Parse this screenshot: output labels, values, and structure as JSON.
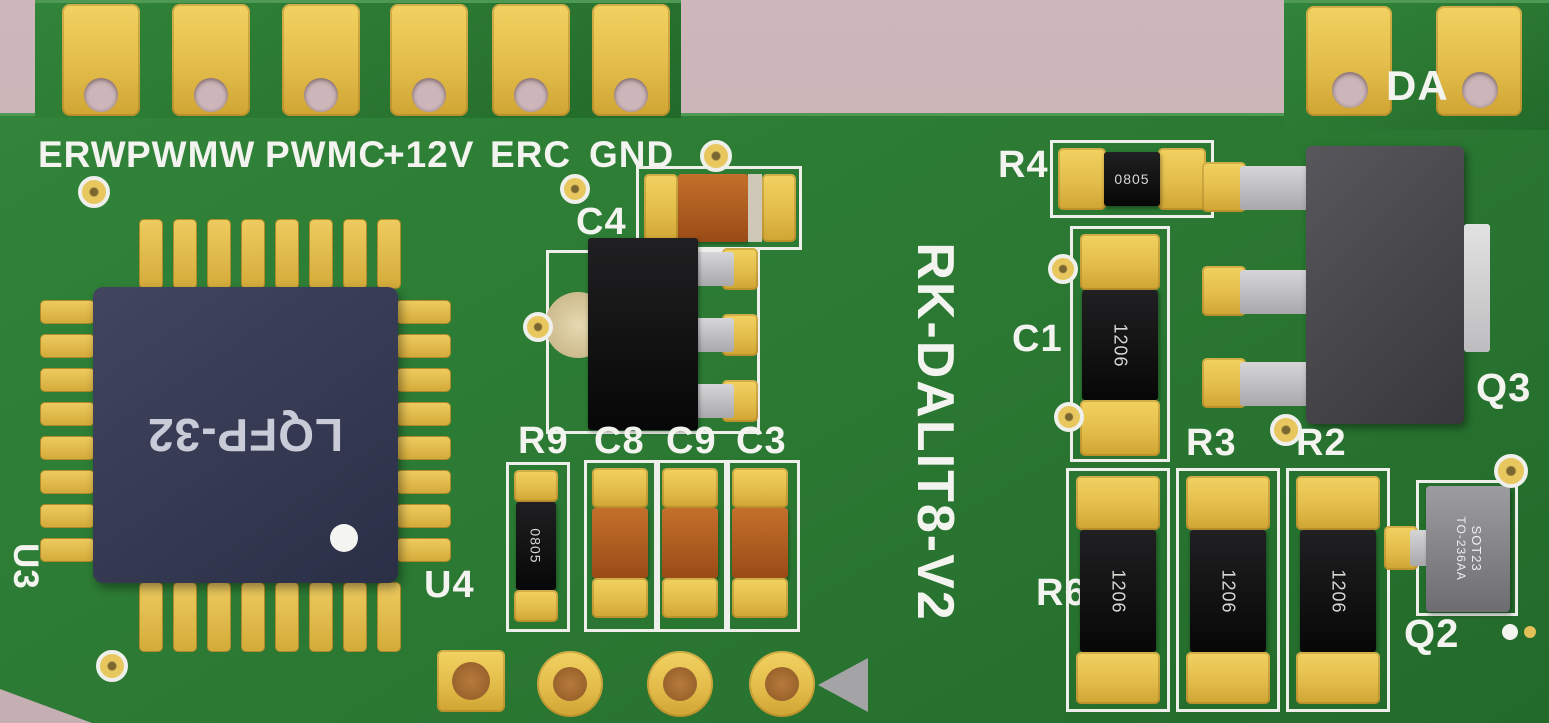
{
  "title": "RK-DALIT8-V2",
  "colors": {
    "board_green": "#2a7732",
    "pad_gold": "#e3bd4b",
    "silkscreen_white": "#f3f3ef",
    "background_mauve": "#c8b2b5",
    "chip_navy": "#343a55",
    "component_black": "#0a0a0b",
    "capacitor_orange": "#b05a1e",
    "transistor_gray": "#4b4b4f"
  },
  "connector_left": {
    "labels": [
      "ERW",
      "PWMW",
      "PWMC",
      "+12V",
      "ERC",
      "GND"
    ]
  },
  "connector_right": {
    "label": "DA"
  },
  "components": {
    "u3": {
      "ref": "U3",
      "marking": "LQFP-32"
    },
    "u4": {
      "ref": "U4"
    },
    "c4": {
      "ref": "C4"
    },
    "r9": {
      "ref": "R9",
      "marking": "0805"
    },
    "c8": {
      "ref": "C8"
    },
    "c9": {
      "ref": "C9"
    },
    "c3": {
      "ref": "C3"
    },
    "r4": {
      "ref": "R4",
      "marking": "0805"
    },
    "c1": {
      "ref": "C1",
      "marking": "1206"
    },
    "r3": {
      "ref": "R3",
      "marking": "1206"
    },
    "r2": {
      "ref": "R2",
      "marking": "1206"
    },
    "r6": {
      "ref": "R6",
      "marking": "1206"
    },
    "q3": {
      "ref": "Q3"
    },
    "q2": {
      "ref": "Q2",
      "package": "SOT23",
      "type": "TO-236AA"
    }
  }
}
